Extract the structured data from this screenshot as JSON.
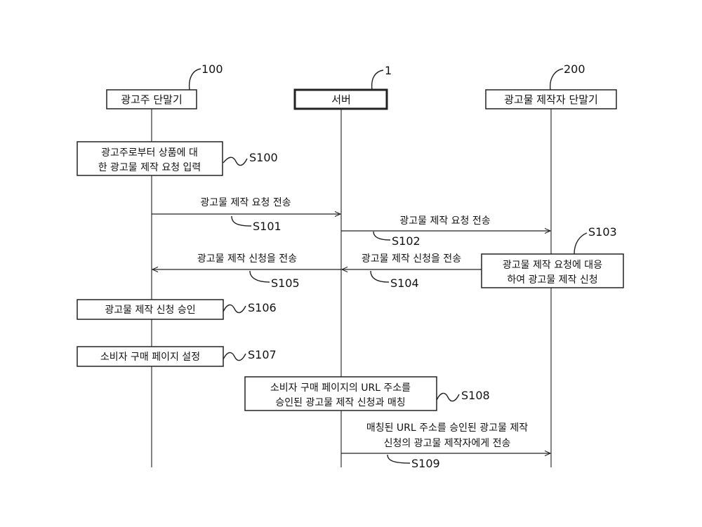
{
  "participants": {
    "advertiser": {
      "label": "광고주 단말기",
      "ref": "100"
    },
    "server": {
      "label": "서버",
      "ref": "1"
    },
    "creator": {
      "label": "광고물 제작자 단말기",
      "ref": "200"
    }
  },
  "boxes": {
    "s100": [
      "광고주로부터 상품에 대",
      "한 광고물 제작 요청 입력"
    ],
    "s103": [
      "광고물 제작 요청에 대응",
      "하여 광고물 제작 신청"
    ],
    "s106": [
      "광고물 제작 신청 승인"
    ],
    "s107": [
      "소비자 구매 페이지 설정"
    ],
    "s108": [
      "소비자 구매 페이지의 URL 주소를",
      "승인된 광고물 제작 신청과 매칭"
    ]
  },
  "messages": {
    "m101": [
      "광고물 제작 요청 전송"
    ],
    "m102": [
      "광고물 제작 요청 전송"
    ],
    "m104": [
      "광고물 제작 신청을 전송"
    ],
    "m105": [
      "광고물 제작 신청을 전송"
    ],
    "m109": [
      "매칭된 URL 주소를 승인된 광고물 제작",
      "신청의 광고물 제작자에게 전송"
    ]
  },
  "steps": {
    "s100": "S100",
    "s101": "S101",
    "s102": "S102",
    "s103": "S103",
    "s104": "S104",
    "s105": "S105",
    "s106": "S106",
    "s107": "S107",
    "s108": "S108",
    "s109": "S109"
  }
}
